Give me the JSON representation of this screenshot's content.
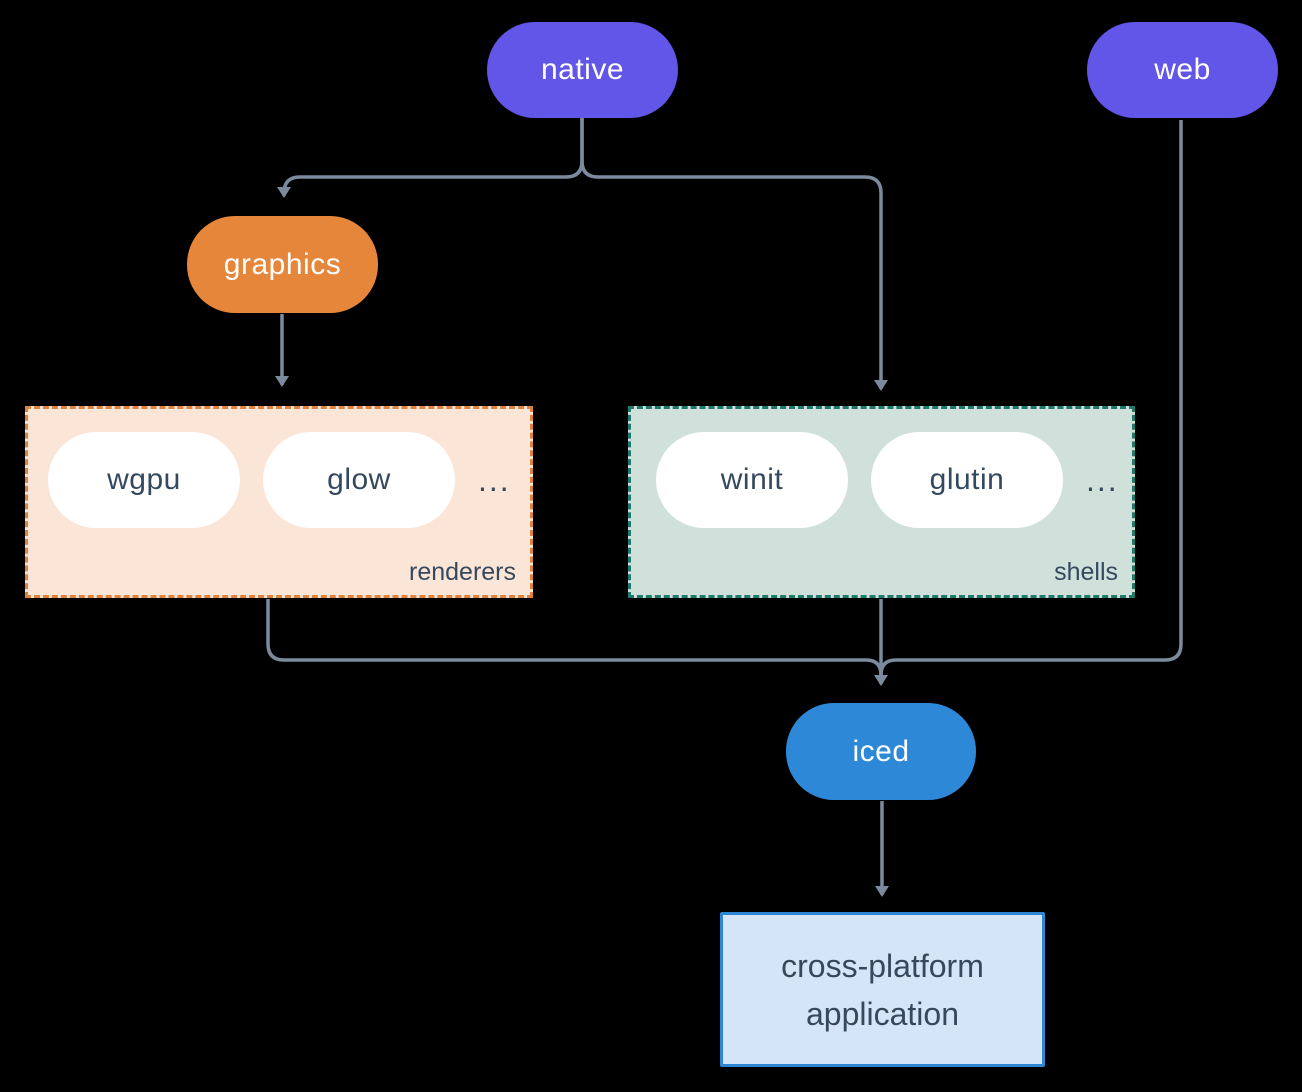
{
  "nodes": {
    "native": "native",
    "web": "web",
    "graphics": "graphics",
    "iced": "iced"
  },
  "groups": {
    "renderers": {
      "label": "renderers",
      "items": [
        "wgpu",
        "glow"
      ],
      "ellipsis": "..."
    },
    "shells": {
      "label": "shells",
      "items": [
        "winit",
        "glutin"
      ],
      "ellipsis": "..."
    }
  },
  "application": {
    "lines": [
      "cross-platform",
      "application"
    ]
  },
  "edges": [
    {
      "from": "native",
      "to": "graphics"
    },
    {
      "from": "native",
      "to": "shells"
    },
    {
      "from": "graphics",
      "to": "renderers"
    },
    {
      "from": "renderers",
      "to": "iced"
    },
    {
      "from": "shells",
      "to": "iced"
    },
    {
      "from": "web",
      "to": "iced"
    },
    {
      "from": "iced",
      "to": "application"
    }
  ],
  "colors": {
    "background": "#000000",
    "platform_pill": "#6156e8",
    "graphics_pill": "#e5863b",
    "iced_pill": "#2d89d8",
    "white_pill": "#ffffff",
    "dark_text": "#35495e",
    "renderers_bg": "#fbe5d6",
    "renderers_border": "#e0823f",
    "shells_bg": "#d0e0db",
    "shells_border": "#1f7a6b",
    "app_box_bg": "#d4e5f7",
    "app_box_border": "#2d86d4",
    "connector": "#7c8a9e"
  }
}
